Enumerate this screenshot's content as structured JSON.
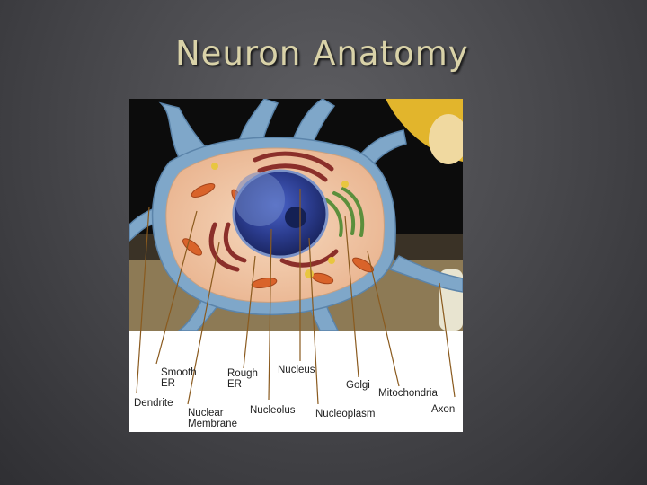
{
  "slide": {
    "title": "Neuron Anatomy"
  },
  "diagram": {
    "labels": {
      "smooth_er": "Smooth\nER",
      "rough_er": "Rough\nER",
      "nucleus": "Nucleus",
      "golgi": "Golgi",
      "mitochondria": "Mitochondria",
      "dendrite": "Dendrite",
      "nuclear_membrane": "Nuclear\nMembrane",
      "nucleolus": "Nucleolus",
      "nucleoplasm": "Nucleoplasm",
      "axon": "Axon"
    },
    "colors": {
      "background": "#0c0c0c",
      "membrane": "#7fa7c9",
      "cytoplasm": "#f2c7a5",
      "nucleus": "#2b3c8e",
      "golgi": "#5b8f3c",
      "rough_er": "#8b2f2a",
      "mitochondria": "#d9632a",
      "leader_line": "#8a5a1e"
    }
  }
}
